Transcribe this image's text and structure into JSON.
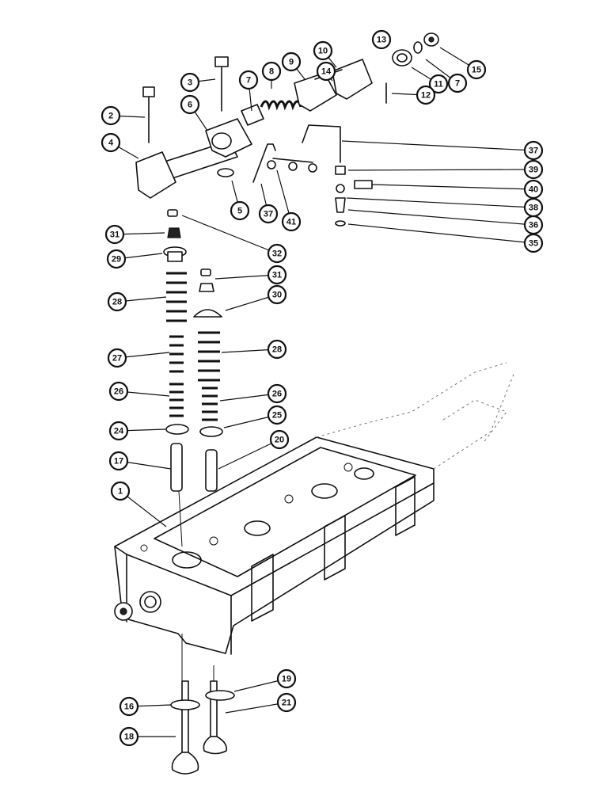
{
  "callouts": [
    {
      "label": "13"
    },
    {
      "label": "10"
    },
    {
      "label": "9"
    },
    {
      "label": "14"
    },
    {
      "label": "8"
    },
    {
      "label": "7"
    },
    {
      "label": "3"
    },
    {
      "label": "2"
    },
    {
      "label": "6"
    },
    {
      "label": "4"
    },
    {
      "label": "5"
    },
    {
      "label": "15"
    },
    {
      "label": "7"
    },
    {
      "label": "11"
    },
    {
      "label": "12"
    },
    {
      "label": "37"
    },
    {
      "label": "39"
    },
    {
      "label": "40"
    },
    {
      "label": "38"
    },
    {
      "label": "36"
    },
    {
      "label": "35"
    },
    {
      "label": "37"
    },
    {
      "label": "41"
    },
    {
      "label": "31"
    },
    {
      "label": "29"
    },
    {
      "label": "32"
    },
    {
      "label": "31"
    },
    {
      "label": "30"
    },
    {
      "label": "28"
    },
    {
      "label": "27"
    },
    {
      "label": "28"
    },
    {
      "label": "26"
    },
    {
      "label": "26"
    },
    {
      "label": "24"
    },
    {
      "label": "25"
    },
    {
      "label": "17"
    },
    {
      "label": "20"
    },
    {
      "label": "1"
    },
    {
      "label": "19"
    },
    {
      "label": "16"
    },
    {
      "label": "21"
    },
    {
      "label": "18"
    }
  ]
}
